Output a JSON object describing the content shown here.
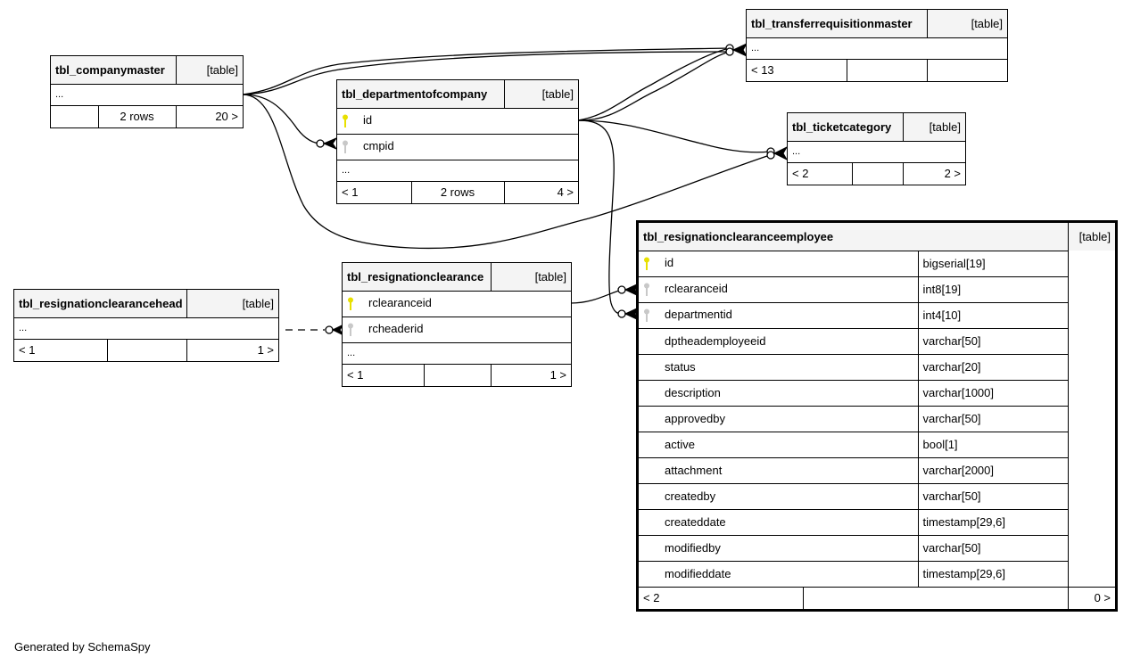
{
  "diagram": {
    "footer": "Generated by SchemaSpy",
    "colors": {
      "primary_key": "#e8e000",
      "foreign_key": "#c8c8c8",
      "header_bg": "#f4f4f4",
      "line": "#000000"
    }
  },
  "tables": {
    "companymaster": {
      "name": "tbl_companymaster",
      "kind": "[table]",
      "ellipsis": "...",
      "footer": {
        "left": "",
        "center": "2 rows",
        "right": "20 >"
      }
    },
    "departmentofcompany": {
      "name": "tbl_departmentofcompany",
      "kind": "[table]",
      "columns": [
        {
          "name": "id",
          "key": "primary"
        },
        {
          "name": "cmpid",
          "key": "foreign"
        }
      ],
      "ellipsis": "...",
      "footer": {
        "left": "< 1",
        "center": "2 rows",
        "right": "4 >"
      }
    },
    "transferrequisitionmaster": {
      "name": "tbl_transferrequisitionmaster",
      "kind": "[table]",
      "ellipsis": "...",
      "footer": {
        "left": "< 13",
        "center": "",
        "right": ""
      }
    },
    "ticketcategory": {
      "name": "tbl_ticketcategory",
      "kind": "[table]",
      "ellipsis": "...",
      "footer": {
        "left": "< 2",
        "center": "",
        "right": "2 >"
      }
    },
    "resignationclearancehead": {
      "name": "tbl_resignationclearancehead",
      "kind": "[table]",
      "ellipsis": "...",
      "footer": {
        "left": "< 1",
        "center": "",
        "right": "1 >"
      }
    },
    "resignationclearance": {
      "name": "tbl_resignationclearance",
      "kind": "[table]",
      "columns": [
        {
          "name": "rclearanceid",
          "key": "primary"
        },
        {
          "name": "rcheaderid",
          "key": "foreign"
        }
      ],
      "ellipsis": "...",
      "footer": {
        "left": "< 1",
        "center": "",
        "right": "1 >"
      }
    },
    "resignationclearanceemployee": {
      "name": "tbl_resignationclearanceemployee",
      "kind": "[table]",
      "columns": [
        {
          "name": "id",
          "type": "bigserial[19]",
          "key": "primary"
        },
        {
          "name": "rclearanceid",
          "type": "int8[19]",
          "key": "foreign"
        },
        {
          "name": "departmentid",
          "type": "int4[10]",
          "key": "foreign"
        },
        {
          "name": "dptheademployeeid",
          "type": "varchar[50]",
          "key": ""
        },
        {
          "name": "status",
          "type": "varchar[20]",
          "key": ""
        },
        {
          "name": "description",
          "type": "varchar[1000]",
          "key": ""
        },
        {
          "name": "approvedby",
          "type": "varchar[50]",
          "key": ""
        },
        {
          "name": "active",
          "type": "bool[1]",
          "key": ""
        },
        {
          "name": "attachment",
          "type": "varchar[2000]",
          "key": ""
        },
        {
          "name": "createdby",
          "type": "varchar[50]",
          "key": ""
        },
        {
          "name": "createddate",
          "type": "timestamp[29,6]",
          "key": ""
        },
        {
          "name": "modifiedby",
          "type": "varchar[50]",
          "key": ""
        },
        {
          "name": "modifieddate",
          "type": "timestamp[29,6]",
          "key": ""
        }
      ],
      "footer": {
        "left": "< 2",
        "center": "",
        "right": "0 >"
      }
    }
  },
  "relationships": [
    {
      "from": "tbl_companymaster",
      "to": "tbl_departmentofcompany.cmpid",
      "style": "solid"
    },
    {
      "from": "tbl_companymaster",
      "to": "tbl_transferrequisitionmaster",
      "style": "solid"
    },
    {
      "from": "tbl_companymaster",
      "to": "tbl_transferrequisitionmaster",
      "style": "solid"
    },
    {
      "from": "tbl_companymaster",
      "to": "tbl_ticketcategory",
      "style": "solid"
    },
    {
      "from": "tbl_departmentofcompany.id",
      "to": "tbl_transferrequisitionmaster",
      "style": "solid"
    },
    {
      "from": "tbl_departmentofcompany.id",
      "to": "tbl_transferrequisitionmaster",
      "style": "solid"
    },
    {
      "from": "tbl_departmentofcompany.id",
      "to": "tbl_ticketcategory",
      "style": "solid"
    },
    {
      "from": "tbl_departmentofcompany.id",
      "to": "tbl_resignationclearanceemployee.departmentid",
      "style": "solid"
    },
    {
      "from": "tbl_resignationclearance.rclearanceid",
      "to": "tbl_resignationclearanceemployee.rclearanceid",
      "style": "solid"
    },
    {
      "from": "tbl_resignationclearancehead",
      "to": "tbl_resignationclearance.rcheaderid",
      "style": "dashed"
    }
  ]
}
